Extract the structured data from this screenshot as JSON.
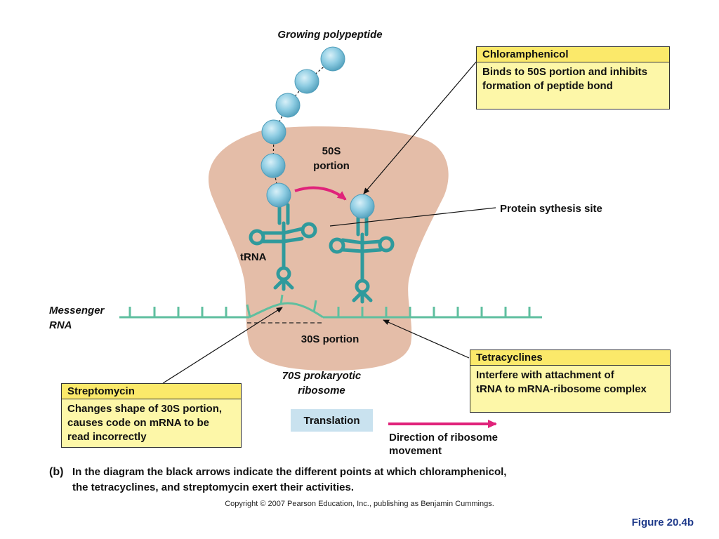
{
  "labels": {
    "polypeptide": "Growing polypeptide",
    "portion_50s_line1": "50S",
    "portion_50s_line2": "portion",
    "protein_site": "Protein sythesis site",
    "trna": "tRNA",
    "mrna_line1": "Messenger",
    "mrna_line2": "RNA",
    "portion_30s": "30S portion",
    "ribosome_line1": "70S prokaryotic",
    "ribosome_line2": "ribosome"
  },
  "boxes": {
    "chloramphenicol": {
      "title": "Chloramphenicol",
      "lines": [
        "Binds to 50S portion and inhibits",
        "formation of peptide bond"
      ]
    },
    "tetracyclines": {
      "title": "Tetracyclines",
      "lines": [
        "Interfere with attachment of",
        "tRNA to mRNA-ribosome complex"
      ]
    },
    "streptomycin": {
      "title": "Streptomycin",
      "lines": [
        "Changes shape of 30S portion,",
        "causes code on mRNA to be",
        "read incorrectly"
      ]
    }
  },
  "translation": "Translation",
  "direction": [
    "Direction of ribosome",
    "movement"
  ],
  "caption": {
    "label": "(b)",
    "lines": [
      "In the diagram the black arrows indicate the different points at which chloramphenicol,",
      "the tetracyclines, and streptomycin exert their activities."
    ]
  },
  "copyright": "Copyright © 2007 Pearson Education, Inc., publishing as Benjamin Cummings.",
  "figure_number": "Figure 20.4b",
  "colors": {
    "ribosome": "#e4bda8",
    "trna": "#2f9a9c",
    "mrna": "#5fbf9f",
    "amino_acid": "#8fcde3",
    "magenta_arrow": "#e0237a",
    "box_fill": "#fdf7a8",
    "box_header": "#fbe96a",
    "translation_fill": "#c9e2ef"
  }
}
